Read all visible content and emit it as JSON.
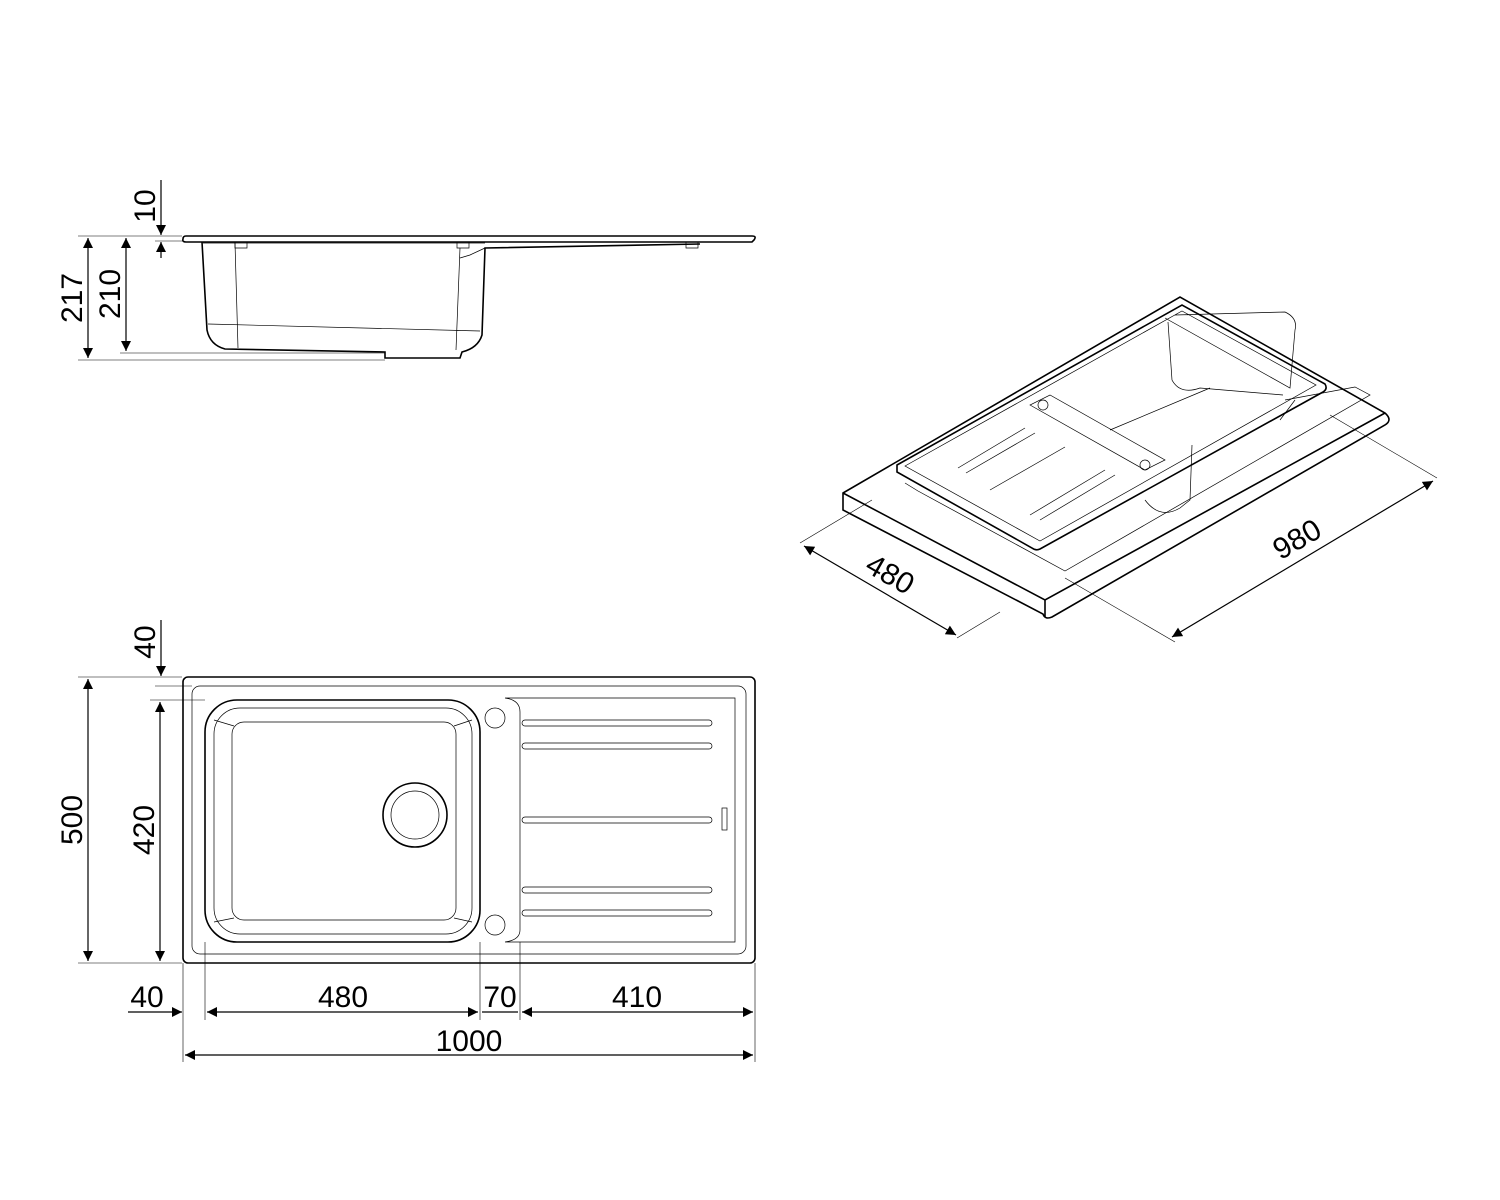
{
  "title": "Sink dimension drawing",
  "side_view": {
    "dims": {
      "overall_depth": "217",
      "bowl_depth": "210",
      "rim_thickness": "10"
    }
  },
  "top_view": {
    "dims": {
      "overall_width": "500",
      "bowl_width": "420",
      "top_margin": "40",
      "left_margin": "40",
      "bowl_length": "480",
      "divider": "70",
      "drainer_length": "410",
      "overall_length": "1000"
    }
  },
  "iso_view": {
    "dims": {
      "cutout_width": "480",
      "cutout_length": "980"
    }
  },
  "colors": {
    "line": "#000000",
    "background": "#ffffff"
  }
}
